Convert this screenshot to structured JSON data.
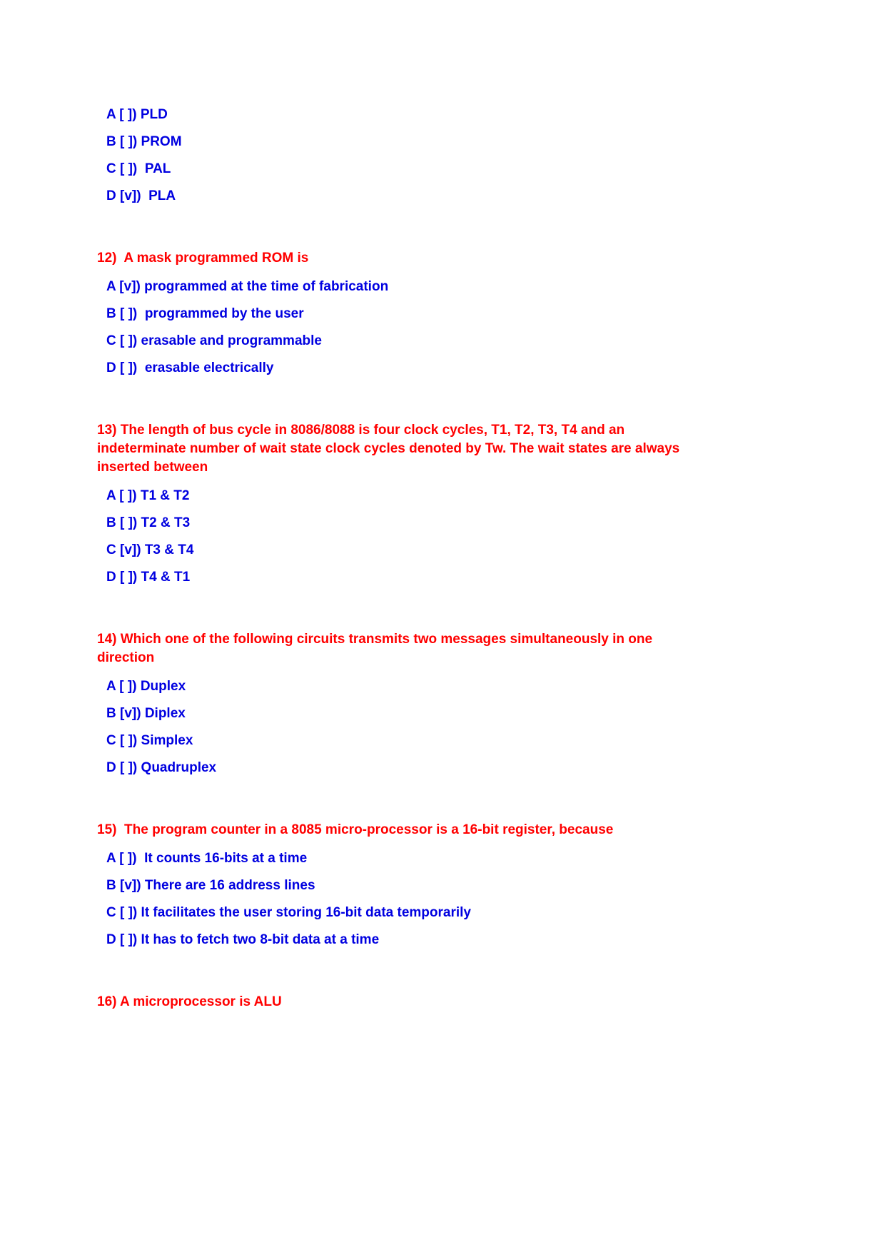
{
  "document": {
    "type": "multiple-choice-exam-page",
    "background_color": "#ffffff",
    "question_color": "#ff0000",
    "option_color": "#0000e0",
    "checked_marker": "[v])",
    "unchecked_marker": "[ ])"
  },
  "questions": {
    "q11": {
      "heading": "",
      "options": [
        {
          "label": "A",
          "checked": false,
          "text": "PLD",
          "display": "A [ ]) PLD"
        },
        {
          "label": "B",
          "checked": false,
          "text": "PROM",
          "display": "B [ ]) PROM"
        },
        {
          "label": "C",
          "checked": false,
          "text": "PAL",
          "display": "C [ ])  PAL"
        },
        {
          "label": "D",
          "checked": true,
          "text": "PLA",
          "display": "D [v])  PLA"
        }
      ]
    },
    "q12": {
      "heading": "12)  A mask programmed ROM is",
      "options": [
        {
          "label": "A",
          "checked": true,
          "text": "programmed at the time of fabrication",
          "display": "A [v]) programmed at the time of fabrication"
        },
        {
          "label": "B",
          "checked": false,
          "text": "programmed by the user",
          "display": "B [ ])  programmed by the user"
        },
        {
          "label": "C",
          "checked": false,
          "text": "erasable and programmable",
          "display": "C [ ]) erasable and programmable"
        },
        {
          "label": "D",
          "checked": false,
          "text": "erasable electrically",
          "display": "D [ ])  erasable electrically"
        }
      ]
    },
    "q13": {
      "heading": "13) The length of bus cycle in 8086/8088 is four clock cycles, T1, T2, T3, T4 and an\nindeterminate number of wait state clock cycles denoted by Tw. The wait states are always\ninserted between",
      "options": [
        {
          "label": "A",
          "checked": false,
          "text": "T1 & T2",
          "display": "A [ ]) T1 & T2"
        },
        {
          "label": "B",
          "checked": false,
          "text": "T2 & T3",
          "display": "B [ ]) T2 & T3"
        },
        {
          "label": "C",
          "checked": true,
          "text": "T3 & T4",
          "display": "C [v]) T3 & T4"
        },
        {
          "label": "D",
          "checked": false,
          "text": "T4 & T1",
          "display": "D [ ]) T4 & T1"
        }
      ]
    },
    "q14": {
      "heading": "14) Which one of the following circuits transmits two messages simultaneously in one\ndirection",
      "options": [
        {
          "label": "A",
          "checked": false,
          "text": "Duplex",
          "display": "A [ ]) Duplex"
        },
        {
          "label": "B",
          "checked": true,
          "text": "Diplex",
          "display": "B [v]) Diplex"
        },
        {
          "label": "C",
          "checked": false,
          "text": "Simplex",
          "display": "C [ ]) Simplex"
        },
        {
          "label": "D",
          "checked": false,
          "text": "Quadruplex",
          "display": "D [ ]) Quadruplex"
        }
      ]
    },
    "q15": {
      "heading": "15)  The program counter in a 8085 micro-processor is a 16-bit register, because",
      "options": [
        {
          "label": "A",
          "checked": false,
          "text": "It counts 16-bits at a time",
          "display": "A [ ])  It counts 16-bits at a time"
        },
        {
          "label": "B",
          "checked": true,
          "text": "There are 16 address lines",
          "display": "B [v]) There are 16 address lines"
        },
        {
          "label": "C",
          "checked": false,
          "text": "It facilitates the user storing 16-bit data temporarily",
          "display": "C [ ]) It facilitates the user storing 16-bit data temporarily"
        },
        {
          "label": "D",
          "checked": false,
          "text": "It has to fetch two 8-bit data at a time",
          "display": "D [ ]) It has to fetch two 8-bit data at a time"
        }
      ]
    },
    "q16": {
      "heading": "16) A microprocessor is ALU",
      "options": []
    }
  }
}
